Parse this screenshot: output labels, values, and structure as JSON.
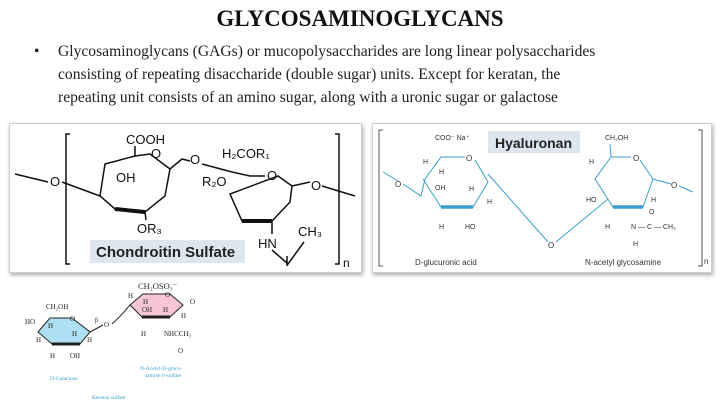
{
  "title": "GLYCOSAMINOGLYCANS",
  "bullet": {
    "line1": "Glycosaminoglycans (GAGs) or mucopolysaccharides are long linear polysaccharides",
    "line2": "consisting of repeating disaccharide (double sugar) units. Except for keratan, the",
    "line3": "repeating unit consists of an amino sugar, along with a uronic sugar or galactose"
  },
  "chondroitin": {
    "label": "Chondroitin Sulfate",
    "cooh": "COOH",
    "oh": "OH",
    "or3": "OR₃",
    "h2cor1": "H₂COR₁",
    "r2o": "R₂O",
    "hn": "HN",
    "ch3": "CH₃",
    "o": "O",
    "n": "n"
  },
  "hyaluronan": {
    "label": "Hyaluronan",
    "coo": "COO⁻ Na⁺",
    "ch2oh": "CH₂OH",
    "h": "H",
    "oh": "OH",
    "ho": "HO",
    "o": "O",
    "n_group": "N — C — CH₃",
    "n": "n",
    "sugar1": "D-glucuronic acid",
    "sugar2": "N-acetyl glycosamine"
  },
  "keratan": {
    "ch2oh": "CH₂OH",
    "ch2oso3": "CH₂OSO₃⁻",
    "ho": "HO",
    "h": "H",
    "oh": "OH",
    "o": "O",
    "nhccch3": "NHCCH₃",
    "beta": "β",
    "sugar1": "D-Galactose",
    "sugar2_l1": "N-Acetyl-D-gluco-",
    "sugar2_l2": "samine 6-sulfate",
    "name": "Keratan sulfate"
  },
  "colors": {
    "hyaluronan_line": "#3a9fcf",
    "galactose_fill": "#aee0f5",
    "glucosamine_fill": "#f6c6d8",
    "label_bg": "#dde5ef"
  }
}
